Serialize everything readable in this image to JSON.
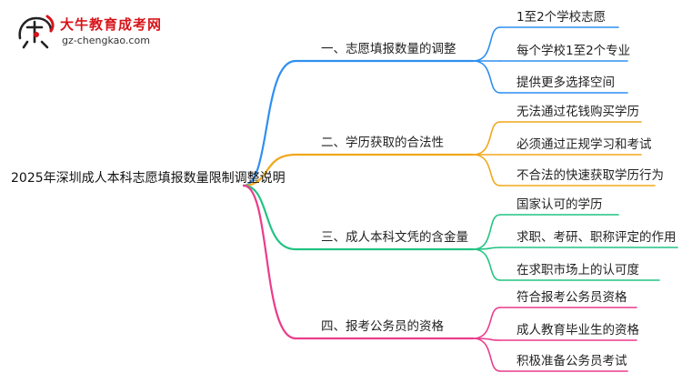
{
  "site": {
    "title": "大牛教育成考网",
    "url": "gz-chengkao.com"
  },
  "colors": {
    "branch1": "#2f8ff0",
    "branch2": "#f0a81c",
    "branch3": "#22c384",
    "branch4": "#ea3c8c",
    "logo_red": "#d7141a"
  },
  "root": {
    "label": "2025年深圳成人本科志愿填报数量限制调整说明"
  },
  "branches": [
    {
      "label": "一、志愿填报数量的调整",
      "children": [
        "1至2个学校志愿",
        "每个学校1至2个专业",
        "提供更多选择空间"
      ]
    },
    {
      "label": "二、学历获取的合法性",
      "children": [
        "无法通过花钱购买学历",
        "必须通过正规学习和考试",
        "不合法的快速获取学历行为"
      ]
    },
    {
      "label": "三、成人本科文凭的含金量",
      "children": [
        "国家认可的学历",
        "求职、考研、职称评定的作用",
        "在求职市场上的认可度"
      ]
    },
    {
      "label": "四、报考公务员的资格",
      "children": [
        "符合报考公务员资格",
        "成人教育毕业生的资格",
        "积极准备公务员考试"
      ]
    }
  ]
}
